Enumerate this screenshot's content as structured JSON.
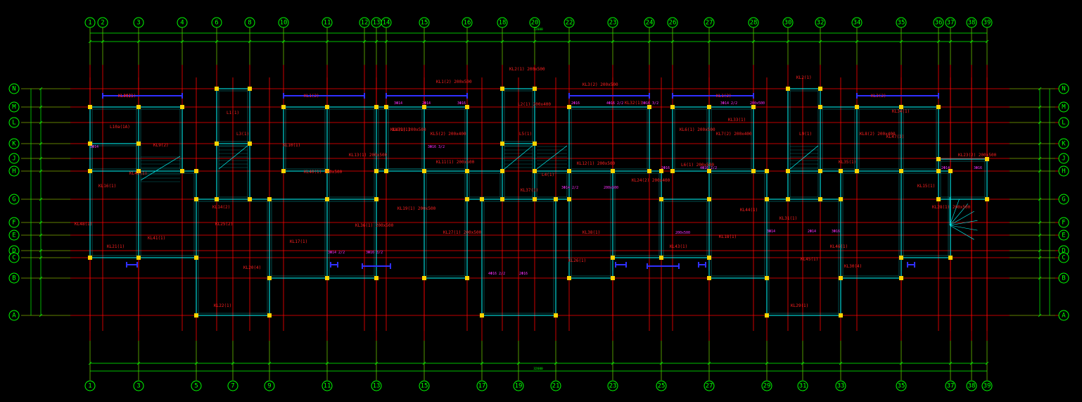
{
  "colors": {
    "background": "#000000",
    "grid_line": "#ff0000",
    "axis_bubble": "#00ff00",
    "dimension": "#00ff00",
    "wall": "#00ffff",
    "column": "#ffd400",
    "window": "#3030ff",
    "beam_label": "#ff2020",
    "rebar_label": "#ff30ff",
    "stair": "#00ffff"
  },
  "axes_top": [
    "1",
    "2",
    "3",
    "4",
    "6",
    "8",
    "10",
    "11",
    "12",
    "13",
    "14",
    "15",
    "16",
    "18",
    "20",
    "22",
    "23",
    "24",
    "26",
    "27",
    "28",
    "30",
    "32",
    "34",
    "35",
    "36",
    "37",
    "38",
    "39"
  ],
  "axes_bottom": [
    "1",
    "3",
    "5",
    "7",
    "9",
    "11",
    "13",
    "15",
    "17",
    "19",
    "21",
    "23",
    "25",
    "27",
    "29",
    "31",
    "33",
    "35",
    "37",
    "38",
    "39"
  ],
  "axes_rows": [
    "N",
    "M",
    "L",
    "K",
    "J",
    "H",
    "G",
    "F",
    "E",
    "D",
    "C",
    "B",
    "A"
  ],
  "overall_dimension_top": "32600",
  "overall_dimension_bottom": "32600",
  "beam_labels": [
    "KL3(2)",
    "KL1(2)",
    "KL2(1) 200x500",
    "KL3(2) 200x500",
    "KL2(1)",
    "KL1(2)",
    "KL3(2)",
    "KL1(2) 200x500",
    "KL4(1) 200x500",
    "KL5(2) 200x400",
    "KL6(1) 200x500",
    "KL7(2) 200x400",
    "KL8(2) 200x400",
    "L10a(1A)",
    "KL9(2)",
    "L1(1)",
    "L2(1) 200x400",
    "L3(1)",
    "L4(1)",
    "L5(1)",
    "L6(1) 200x500",
    "L9(1)",
    "KL10(1)",
    "KL11(1) 200x500",
    "KL12(1) 200x500",
    "KL13(1) 200x500",
    "KL14(2)",
    "KL15(1)",
    "KL16(1)",
    "KL17(1)",
    "KL18(1)",
    "KL19(1) 200x500",
    "KL20(4)",
    "KL21(1)",
    "KL22(1)",
    "KL23(2) 200x500",
    "KL24(2) 200x400",
    "KL25(2)",
    "KL26(1)",
    "KL27(1) 200x500",
    "KL28(1) 200x500",
    "KL29(1)",
    "KL30(4)",
    "KL31(1)",
    "KL32(1)",
    "KL33(1)",
    "KL34(1)",
    "KL35(1)",
    "KL36(1) 200x500",
    "KL37(1)",
    "KL38(1)",
    "KL39(1)",
    "KL40(1) 200x500",
    "KL41(1)",
    "KL42(1)",
    "KL43(1)",
    "KL44(1)",
    "KL45(1)",
    "KL46(1)",
    "KL47(1)",
    "KL48(1)",
    "KL49(1)"
  ],
  "rebar_labels": [
    "3Φ14",
    "2Φ14",
    "3Φ16",
    "2Φ16",
    "4Φ16 2/2",
    "3Φ16 3/2",
    "3Φ14 2/2",
    "200x500"
  ]
}
